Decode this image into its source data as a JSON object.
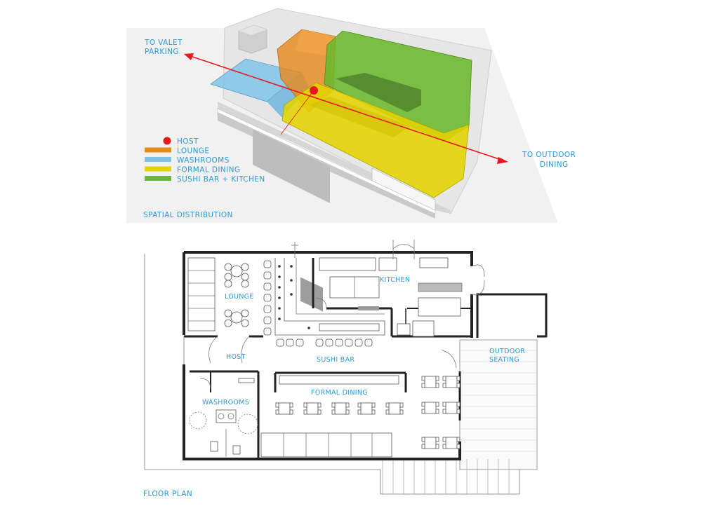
{
  "colors": {
    "lounge": "#e58a1f",
    "washrooms": "#7fc4e8",
    "formal_dining": "#e3d400",
    "sushi_kitchen": "#6cb82e",
    "host": "#e8171c",
    "label_blue": "#2a9ad6",
    "route_red": "#e8171c"
  },
  "top": {
    "route_start_line1": "TO VALET",
    "route_start_line2": "PARKING",
    "route_end_line1": "TO OUTDOOR",
    "route_end_line2": "DINING",
    "title": "SPATIAL DISTRIBUTION",
    "legend": [
      {
        "label": "HOST",
        "color": "#e8171c",
        "shape": "dot"
      },
      {
        "label": "LOUNGE",
        "color": "#e58a1f",
        "shape": "bar"
      },
      {
        "label": "WASHROOMS",
        "color": "#7fc4e8",
        "shape": "bar"
      },
      {
        "label": "FORMAL DINING",
        "color": "#e3d400",
        "shape": "bar"
      },
      {
        "label": "SUSHI BAR + KITCHEN",
        "color": "#6cb82e",
        "shape": "bar"
      }
    ]
  },
  "plan": {
    "title": "FLOOR PLAN",
    "rooms": {
      "kitchen": "KITCHEN",
      "lounge": "LOUNGE",
      "host": "HOST",
      "sushi_bar": "SUSHI BAR",
      "outdoor_line1": "OUTDOOR",
      "outdoor_line2": "SEATING",
      "formal_dining": "FORMAL DINING",
      "washrooms": "WASHROOMS"
    }
  }
}
